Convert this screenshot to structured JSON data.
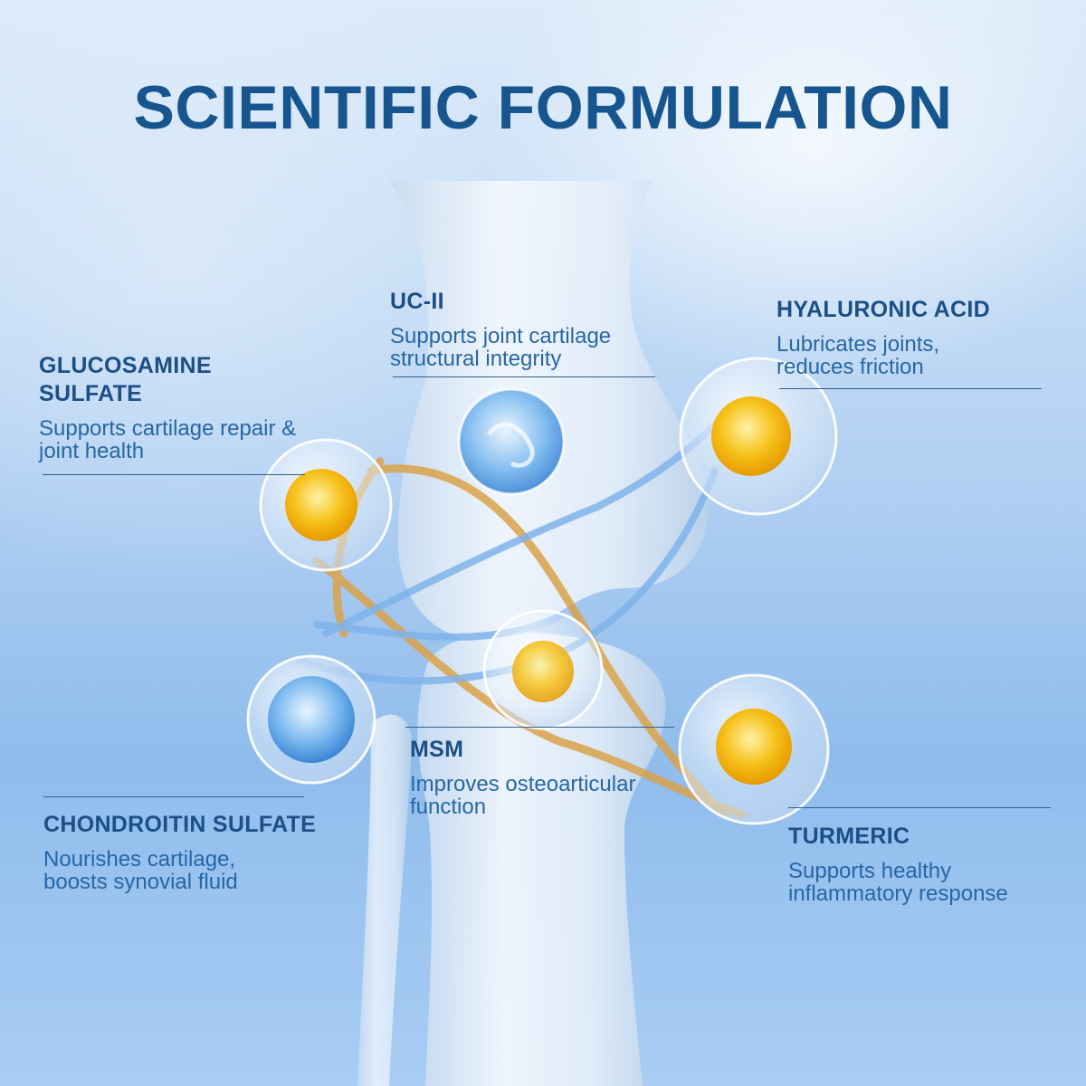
{
  "title": "SCIENTIFIC FORMULATION",
  "colors": {
    "title": "#17558f",
    "label": "#1b4f86",
    "text": "#2766a6",
    "bubble_gold": "#f5b400",
    "bubble_blue": "#5aa6e6",
    "band_gold": "#d9a24a",
    "band_blue": "#7fb3ea"
  },
  "ingredients": [
    {
      "id": "uc2",
      "name": "UC-II",
      "desc": "Supports joint cartilage structural integrity"
    },
    {
      "id": "hyaluronic",
      "name": "HYALURONIC ACID",
      "desc": "Lubricates joints, reduces friction"
    },
    {
      "id": "glucosamine",
      "name": "GLUCOSAMINE SULFATE",
      "desc": "Supports cartilage repair & joint health"
    },
    {
      "id": "chondroitin",
      "name": "CHONDROITIN SULFATE",
      "desc": "Nourishes cartilage, boosts synovial fluid"
    },
    {
      "id": "msm",
      "name": "MSM",
      "desc": "Improves osteoarticular function"
    },
    {
      "id": "turmeric",
      "name": "TURMERIC",
      "desc": "Supports healthy inflammatory response"
    }
  ]
}
